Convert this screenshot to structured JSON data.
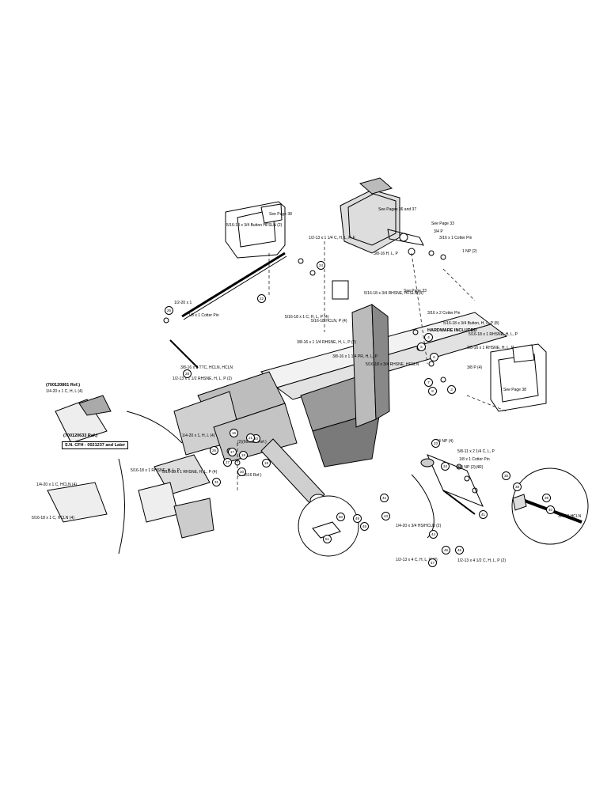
{
  "labels": {
    "see_page_38_top": "See Page 38",
    "see_page_36_37": "See Pages 36 and 37",
    "see_page_33_top": "See Page 33",
    "see_page_33_mid": "See Page 33",
    "see_page_38_right": "See Page 38",
    "bolt_516_34_top": "5/16-18 x 3/4 Button HFSLN (2)",
    "bolt_12_13_114": "1/2-13 x 1 1/4 C, H, L, P, F",
    "half_20_x1": "1/2-20 x 1",
    "cotter_18_1": "1/8 x 1 Cotter Pin",
    "bolt_38_16": "3/8-16 H, L, P",
    "p_34": "3/4 P",
    "cotter_316_1": "3/16 x 1 Cotter Pin",
    "np_1": "1 NP (2)",
    "bolt_516_34_rhsne": "5/16-18 x 3/4 RHSNE, HFSLN (4)",
    "cotter_316_2": "3/16 x 2 Cotter Pin",
    "bolt_516_1": "5/16-18 x 1 C, H, L, P (4)",
    "bolt_516_34_button": "5/16-18 x 3/4 Button, H, L, P (8)",
    "hardware_included": "HARDWARE INCLUDED",
    "bolt_516_1_rhsne": "5/16-18 x 1 RHSNE, H, L, P",
    "bolt_38_16_114_rhsne": "3/8-16 x 1 1/4 RHSNE, H, L, P (2)",
    "bolt_38_16_1_rhsne": "3/8-16 x 1 RHSNE, H, L, P",
    "bolt_38_16_114_pr": "3/8-16 x 1 1/4 PR, H, L, P",
    "p_38": "3/8 P (4)",
    "bolt_516_18_34": "5/16-18 x 3/4 RHSNE, HFSLN",
    "bolt_38_16_2_ttc": "3/8-16 x 2 TTC, HCLN, HCLN",
    "bolt_12_13_112": "1/2-13 x 1 1/2 RHSNE, H, L, P (2)",
    "ref_700120861": "(700120861 Ref.)",
    "bolt_14_20_1": "1/4-20 x 1 C, H, L (4)",
    "ref_700120633": "(700120633 Ref.)",
    "sn_box": "S.N. CFH - 0021237 and Later",
    "bolt_14_20_1_hcln": "1/4-20 x 1, H, L (4)",
    "hcln_516_18_1": "5/16-18 HCLN, P (4)",
    "ref_665524": "(2)(665524 Ref.)",
    "bolt_516_18_1_rhsne_a": "5/16-18 x 1 RHSNE, H, L, P",
    "bolt_516_18_1_rhsne_b": "5/16-18 x 1 RHSNE, H, L, P (4)",
    "ref_665516": "(665516 Ref.)",
    "bolt_14_20_1_c_hcln": "1/4-20 x 1 C, HCLN (4)",
    "bolt_516_18_1_c": "5/16-18 x 1 C, HCLN (4)",
    "np_34": "3/4 NP (4)",
    "bolt_58_11_214": "5/8-11 x 2 1/4 C, L, P",
    "cotter_18_1_b": "1/8 x 1 Cotter Pin",
    "np_34_b": "3/4 NP (2)(4R)",
    "hcln_34_10": "3/4-10 HCLN",
    "bolt_14_20_34": "1/4-20 x 3/4 HS/HCLN (2)",
    "bolt_12_13_4": "1/2-13 x 4 C, H, L, P (2)",
    "bolt_12_13_412": "1/2-13 x 4 1/2 C, H, L, P (2)"
  },
  "callouts": [
    "22",
    "24",
    "26",
    "28",
    "4",
    "5",
    "6",
    "7",
    "8",
    "3",
    "16",
    "17",
    "18",
    "19",
    "20",
    "21",
    "26",
    "27",
    "30",
    "31",
    "33",
    "34",
    "35",
    "38",
    "39",
    "40",
    "41",
    "42",
    "43",
    "44",
    "45",
    "46",
    "47",
    "48",
    "49",
    "50",
    "51"
  ]
}
